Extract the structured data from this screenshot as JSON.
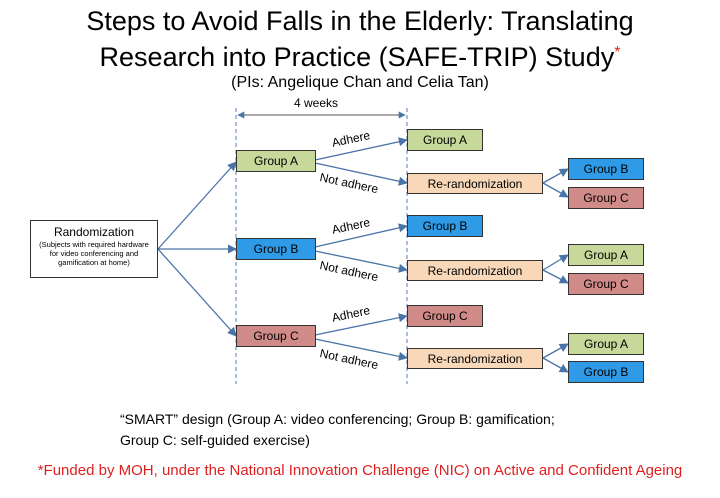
{
  "title": {
    "line1": "Steps to Avoid Falls in the Elderly: Translating",
    "line2": "Research into Practice (SAFE-TRIP) Study",
    "asterisk": "*",
    "pis": "(PIs: Angelique Chan and Celia Tan)"
  },
  "diagram": {
    "duration": "4 weeks",
    "randomization": {
      "title": "Randomization",
      "subtitle": "(Subjects with required hardware for video conferencing and gamification at home)"
    },
    "groups": [
      "Group A",
      "Group B",
      "Group C"
    ],
    "adhere_label": "Adhere",
    "not_adhere_label": "Not adhere",
    "rerandomization": "Re-randomization",
    "outcomes": {
      "a_adhere": "Group A",
      "a_rerand": [
        "Group B",
        "Group C"
      ],
      "b_adhere": "Group B",
      "b_rerand": [
        "Group A",
        "Group C"
      ],
      "c_adhere": "Group C",
      "c_rerand": [
        "Group A",
        "Group B"
      ]
    },
    "colors": {
      "group_a": "#c6d89a",
      "group_b": "#2f9ae6",
      "group_c": "#d08a88",
      "rerand": "#f8d8b8",
      "arrow": "#4a74a8"
    }
  },
  "note": {
    "line1": "“SMART” design (Group A: video conferencing; Group B: gamification;",
    "line2": "Group C: self-guided exercise)"
  },
  "funding": "*Funded by MOH, under the National Innovation Challenge (NIC) on Active and Confident Ageing"
}
